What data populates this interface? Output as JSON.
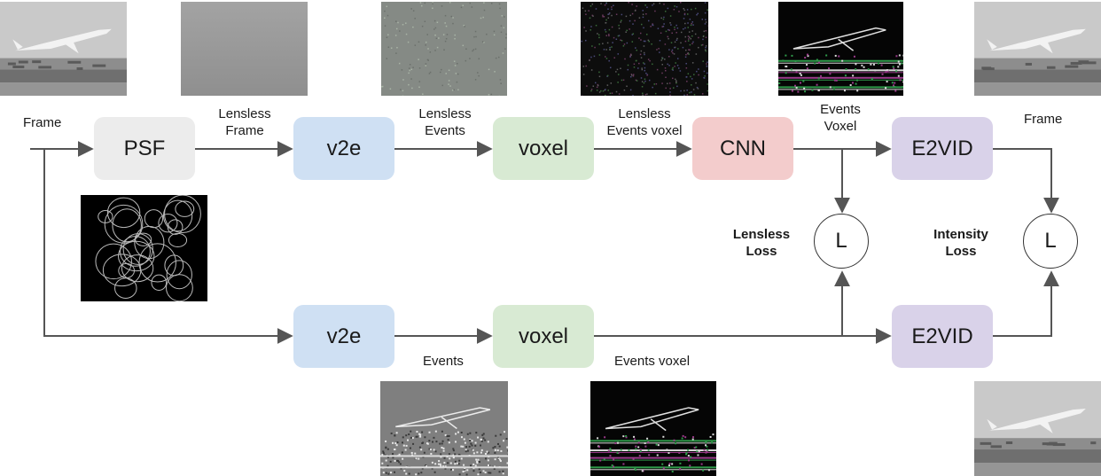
{
  "colors": {
    "psf": "#ececec",
    "v2e": "#cfe0f3",
    "voxel": "#d8ead3",
    "cnn": "#f3cccc",
    "e2vid": "#d9d2e9",
    "arrow": "#555555"
  },
  "nodes": {
    "psf": "PSF",
    "v2e_top": "v2e",
    "voxel_top": "voxel",
    "cnn": "CNN",
    "e2vid_top": "E2VID",
    "v2e_bottom": "v2e",
    "voxel_bottom": "voxel",
    "e2vid_bottom": "E2VID"
  },
  "loss": {
    "lensless_symbol": "L",
    "intensity_symbol": "L",
    "lensless_label": [
      "Lensless",
      "Loss"
    ],
    "intensity_label": [
      "Intensity",
      "Loss"
    ]
  },
  "edge_labels": {
    "frame_in": "Frame",
    "lensless_frame": [
      "Lensless",
      "Frame"
    ],
    "lensless_events": [
      "Lensless",
      "Events"
    ],
    "lensless_events_voxel": [
      "Lensless",
      "Events voxel"
    ],
    "events_voxel": [
      "Events",
      "Voxel"
    ],
    "frame_out": "Frame",
    "events": "Events",
    "events_voxel_bottom": "Events voxel"
  },
  "thumbnails": [
    {
      "id": "input-frame",
      "type": "airplane-gray"
    },
    {
      "id": "lensless-frame",
      "type": "blur-gray"
    },
    {
      "id": "lensless-events",
      "type": "noise-gray"
    },
    {
      "id": "lensless-voxel",
      "type": "noise-dark"
    },
    {
      "id": "cnn-output",
      "type": "airplane-events-dark"
    },
    {
      "id": "output-frame",
      "type": "airplane-gray"
    },
    {
      "id": "psf-pattern",
      "type": "caustic"
    },
    {
      "id": "events-image",
      "type": "airplane-events-gray"
    },
    {
      "id": "events-voxel-image",
      "type": "airplane-events-dark"
    },
    {
      "id": "gt-frame",
      "type": "airplane-gray"
    }
  ]
}
